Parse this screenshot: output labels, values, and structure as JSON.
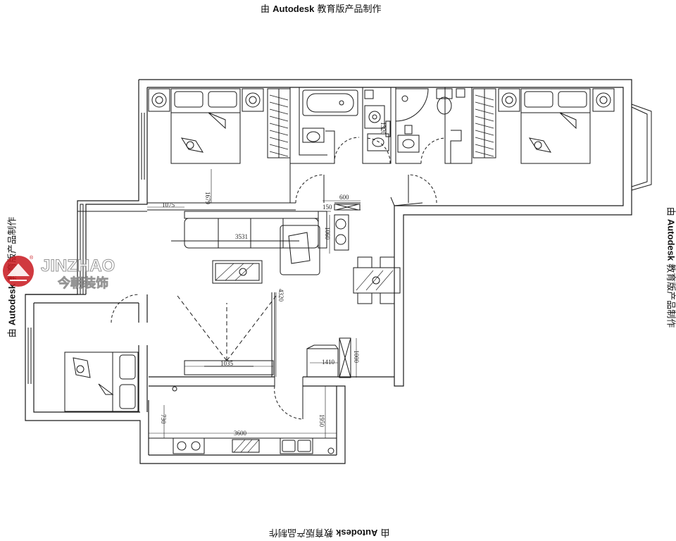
{
  "watermark": {
    "prefix": "由",
    "brand": "Autodesk",
    "suffix": "教育版产品制作"
  },
  "logo": {
    "name_en": "JINZHAO",
    "name_cn": "今朝装饰",
    "registered": "®"
  },
  "dimensions": {
    "d1679": "1679",
    "d1075": "1075",
    "d600": "600",
    "d150": "150",
    "d1060": "1060",
    "d3531": "3531",
    "d4320": "4320",
    "d1035": "1035",
    "d1410": "1410",
    "d1000": "1000",
    "d730": "730",
    "d1950": "1950",
    "d3600": "3600",
    "d1320": "1320"
  },
  "colors": {
    "line": "#1a1a1a",
    "logo_red": "#c8161d",
    "logo_gray": "#8a8a8a"
  }
}
